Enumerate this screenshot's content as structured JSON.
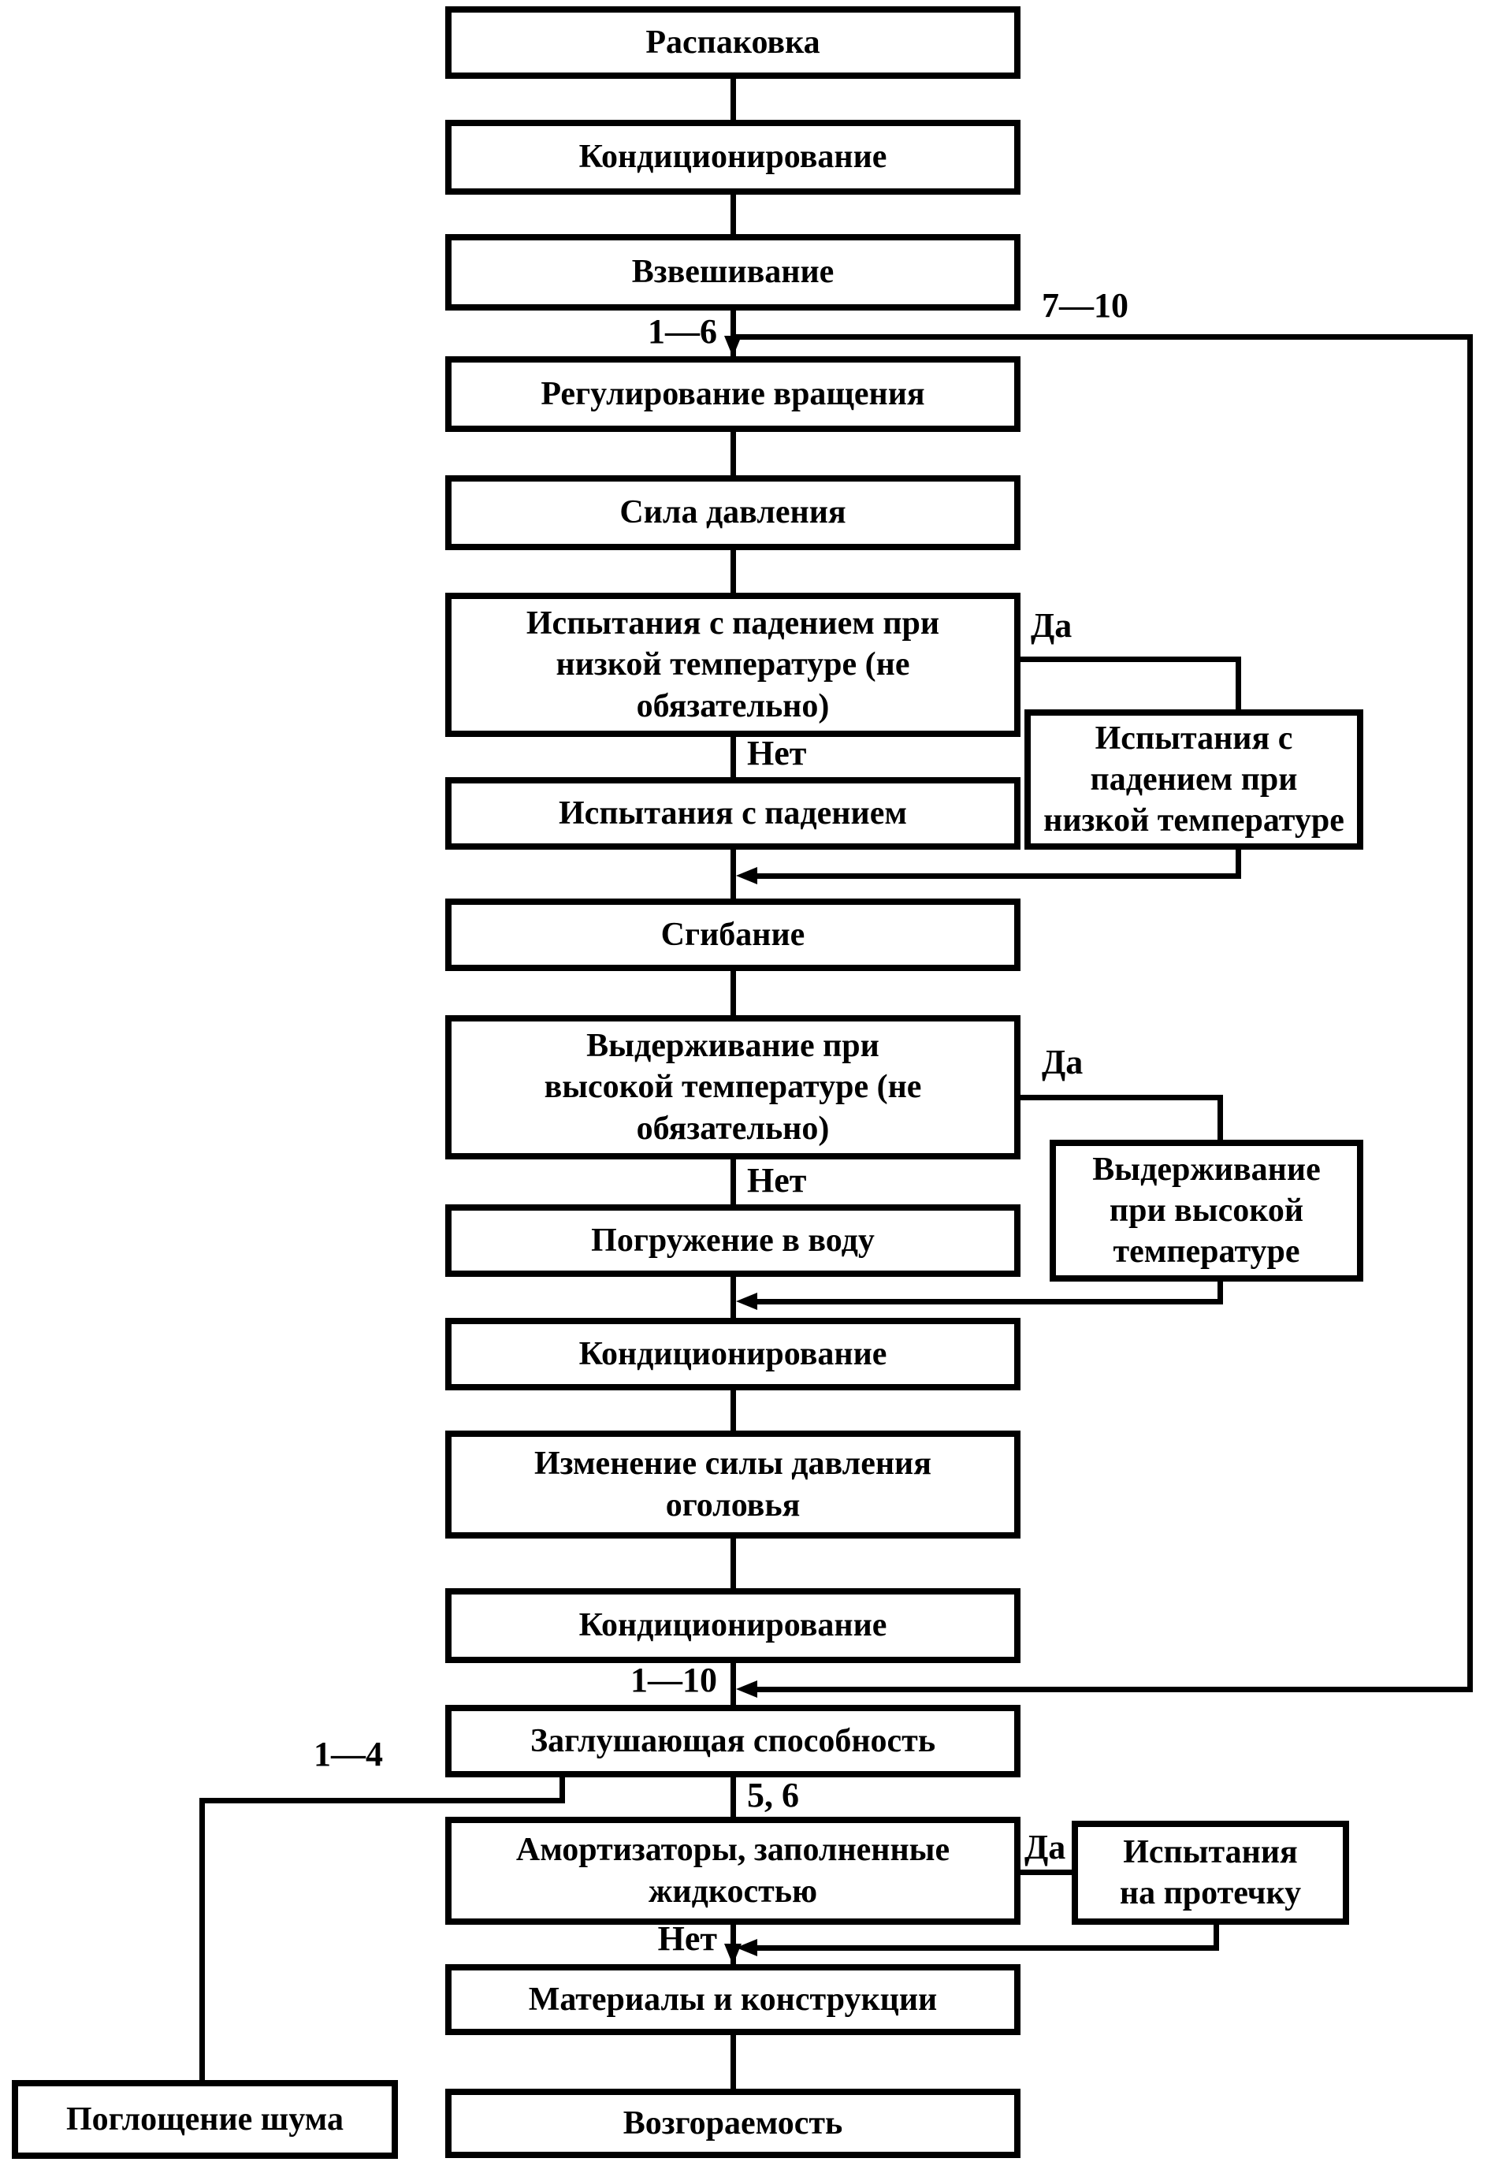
{
  "colors": {
    "ink": "#000000",
    "paper": "#ffffff"
  },
  "boxes": {
    "unpacking": "Распаковка",
    "conditioning1": "Кондиционирование",
    "weighing": "Взвешивание",
    "rotation_adjustment": "Регулирование вращения",
    "pressure_force": "Сила давления",
    "drop_test_low_temp_optional": "Испытания с падением при низкой температуре (не обязательно)",
    "drop_test": "Испытания с падением",
    "side_drop_test_low_temp": "Испытания с падением при низкой температуре",
    "bending": "Сгибание",
    "high_temp_hold_optional": "Выдерживание при высокой температуре (не обязательно)",
    "side_high_temp_hold": "Выдерживание при высокой температуре",
    "water_immersion": "Погружение в воду",
    "conditioning2": "Кондиционирование",
    "headband_pressure_change": "Изменение силы давления оголовья",
    "conditioning3": "Кондиционирование",
    "muffling_capacity": "Заглушающая способность",
    "liquid_filled_cushions": "Амортизаторы, заполненные жидкостью",
    "side_leak_test": "Испытания на протечку",
    "materials_construction": "Материалы и конструкции",
    "noise_absorption": "Поглощение шума",
    "flammability": "Возгораемость"
  },
  "labels": {
    "steps_1_6": "1—6",
    "steps_7_10": "7—10",
    "steps_1_10": "1—10",
    "steps_1_4": "1—4",
    "steps_5_6": "5, 6",
    "yes": "Да",
    "no": "Нет"
  }
}
